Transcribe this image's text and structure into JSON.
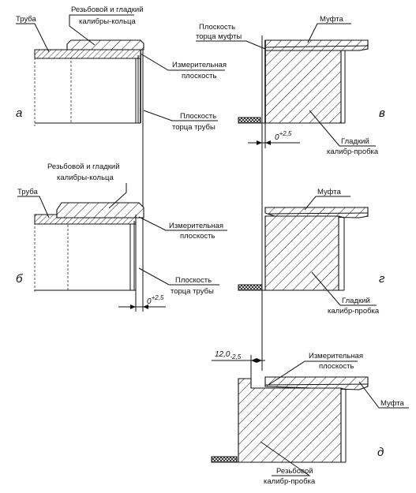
{
  "panels": {
    "a": {
      "letter": "а",
      "pipe": "Труба",
      "gauge_rings": [
        "Резьбовой и гладкий",
        "калибры-кольца"
      ],
      "measuring_plane": [
        "Измерительная",
        "плоскость"
      ],
      "pipe_end_plane": [
        "Плоскость",
        "торца трубы"
      ]
    },
    "b": {
      "letter": "б",
      "pipe": "Труба",
      "gauge_rings": [
        "Резьбовой и гладкий",
        "калибры-кольца"
      ],
      "measuring_plane": [
        "Измерительная",
        "плоскость"
      ],
      "pipe_end_plane": [
        "Плоскость",
        "торца трубы"
      ],
      "tolerance": "0",
      "tolerance_sup": "+2,5"
    },
    "v": {
      "letter": "в",
      "coupling": "Муфта",
      "coupling_end_plane": [
        "Плоскость",
        "торца муфты"
      ],
      "plug_gauge": [
        "Гладкий",
        "калибр-пробка"
      ],
      "tolerance": "0",
      "tolerance_sup": "+2,5"
    },
    "g": {
      "letter": "г",
      "coupling": "Муфта",
      "plug_gauge": [
        "Гладкий",
        "калибр-пробка"
      ]
    },
    "d": {
      "letter": "д",
      "coupling": "Муфта",
      "dimension": "12,0",
      "dimension_sub": "-2,5",
      "measuring_plane": [
        "Измерительная",
        "плоскость"
      ],
      "plug_gauge": [
        "Резьбовой",
        "калибр-пробка"
      ]
    }
  }
}
